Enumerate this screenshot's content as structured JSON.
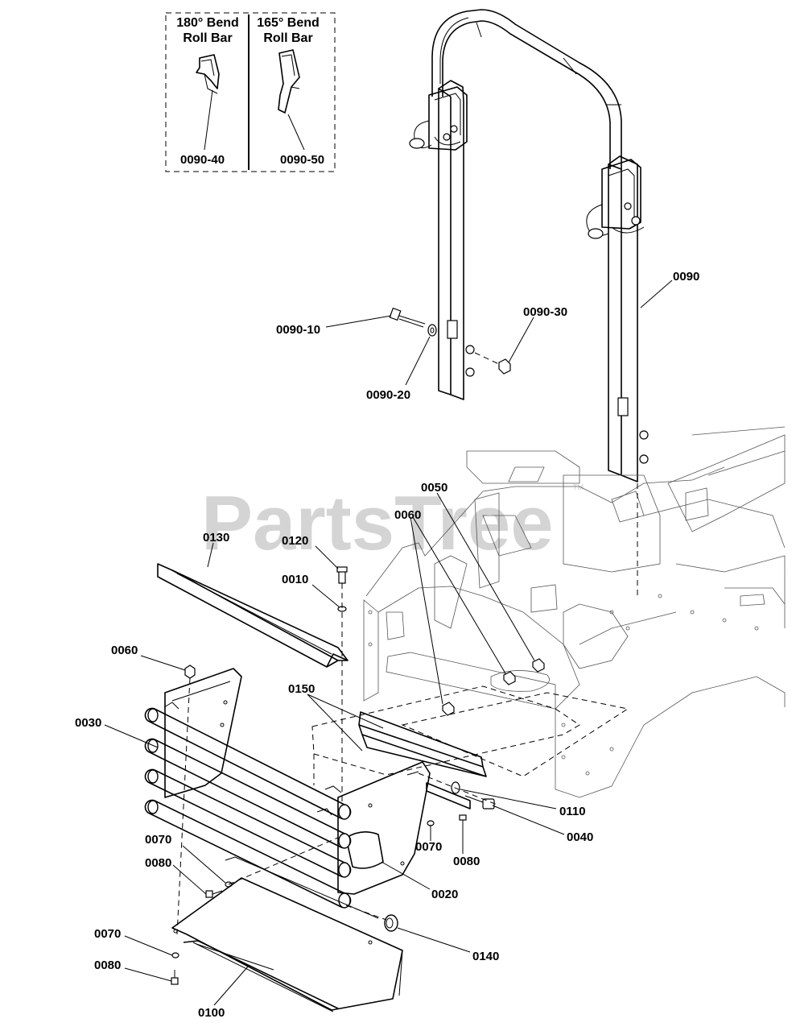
{
  "watermark": {
    "text": "PartsTree",
    "tm": "TM"
  },
  "inset": {
    "left_title_line1": "180° Bend",
    "left_title_line2": "Roll Bar",
    "right_title_line1": "165° Bend",
    "right_title_line2": "Roll Bar",
    "left_part": "0090-40",
    "right_part": "0090-50"
  },
  "callouts": {
    "c0090": "0090",
    "c0090_10": "0090-10",
    "c0090_20": "0090-20",
    "c0090_30": "0090-30",
    "c0050": "0050",
    "c0060_top": "0060",
    "c0130": "0130",
    "c0120": "0120",
    "c0010": "0010",
    "c0060_left": "0060",
    "c0150": "0150",
    "c0030": "0030",
    "c0110": "0110",
    "c0040": "0040",
    "c0070_right": "0070",
    "c0080_right": "0080",
    "c0070_left": "0070",
    "c0080_left": "0080",
    "c0020": "0020",
    "c0070_bottom": "0070",
    "c0080_bottom": "0080",
    "c0140": "0140",
    "c0100": "0100"
  }
}
